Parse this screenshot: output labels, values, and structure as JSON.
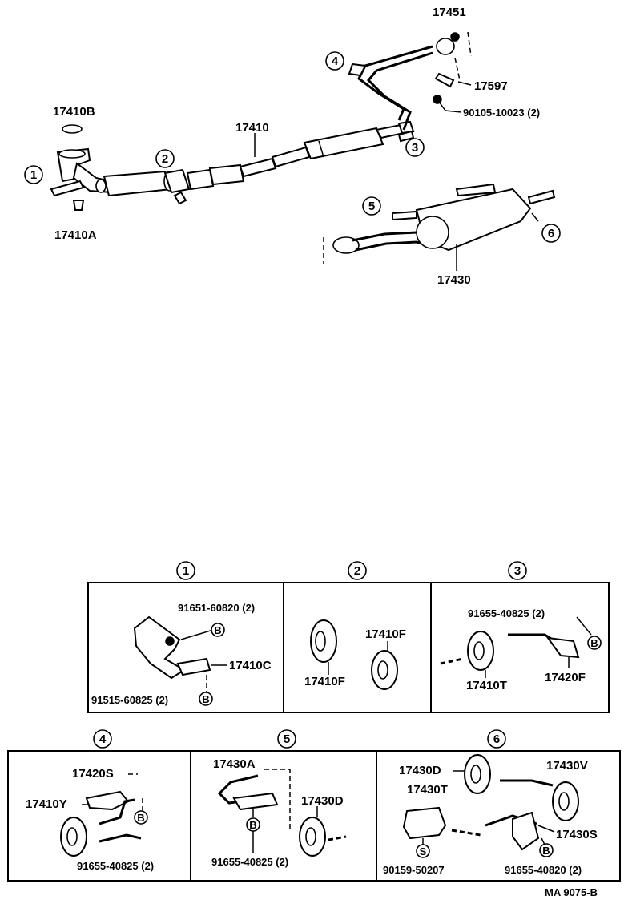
{
  "overview": {
    "callouts": [
      "1",
      "2",
      "3",
      "4",
      "5",
      "6"
    ],
    "labels": {
      "gasket_top_right": "17451",
      "clamp": "17597",
      "bolt": "90105-10023 (2)",
      "gasket_left_top": "17410B",
      "center_pipe": "17410",
      "nut_left": "17410A",
      "tail_pipe": "17430"
    }
  },
  "details": {
    "d1": {
      "number": "1",
      "bolt_top": "91651-60820 (2)",
      "bracket": "17410C",
      "bolt_bottom": "91515-60825 (2)"
    },
    "d2": {
      "number": "2",
      "mount_a": "17410F",
      "mount_b": "17410F"
    },
    "d3": {
      "number": "3",
      "bolt": "91655-40825 (2)",
      "mount": "17410T",
      "bracket": "17420F"
    },
    "d4": {
      "number": "4",
      "bracket_s": "17420S",
      "mount": "17410Y",
      "bolt": "91655-40825 (2)"
    },
    "d5": {
      "number": "5",
      "hanger": "17430A",
      "mount": "17430D",
      "bolt": "91655-40825 (2)"
    },
    "d6": {
      "number": "6",
      "mount_d": "17430D",
      "mount_t": "17430T",
      "mount_v": "17430V",
      "bracket_s": "17430S",
      "screw": "90159-50207",
      "bolt": "91655-40820 (2)"
    }
  },
  "markers": {
    "bolt": "B",
    "screw": "S"
  },
  "footer": {
    "code": "MA 9075-B"
  }
}
